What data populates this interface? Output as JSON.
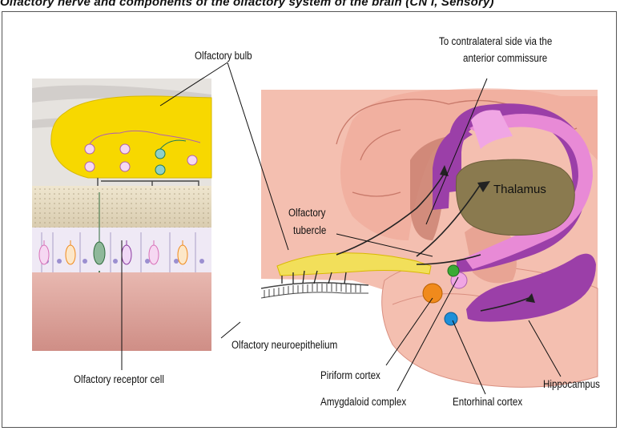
{
  "title": "Olfactory nerve and components of the olfactory system of the brain (CN I, Sensory)",
  "labels": {
    "olfactory_bulb": "Olfactory bulb",
    "contralateral_line1": "To contralateral side via the",
    "contralateral_line2": "anterior commissure",
    "thalamus": "Thalamus",
    "olfactory_tubercle_line1": "Olfactory",
    "olfactory_tubercle_line2": "tubercle",
    "olfactory_neuroepithelium": "Olfactory neuroepithelium",
    "olfactory_receptor_cell": "Olfactory receptor cell",
    "piriform_cortex": "Piriform cortex",
    "amygdaloid_complex": "Amygdaloid complex",
    "entorhinal_cortex": "Entorhinal cortex",
    "hippocampus": "Hippocampus"
  },
  "colors": {
    "bulb": "#f7d800",
    "brain_fill": "#f2b3a4",
    "brain_dark": "#d98f80",
    "thalamus": "#8a7a4f",
    "fornix": "#e88ad6",
    "hippocampus": "#9b3fa8",
    "piriform": "#f08a1c",
    "amygdala_green": "#3aaa35",
    "entorhinal": "#1f8fd8",
    "tract": "#f2df5a"
  }
}
